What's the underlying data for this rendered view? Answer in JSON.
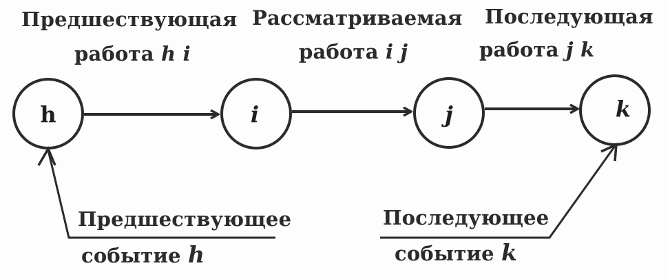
{
  "header_labels": {
    "prev_work": {
      "line1": "Предшествующая",
      "line2_prefix": "работа",
      "line2_var": "h i"
    },
    "curr_work": {
      "line1": "Рассматриваемая",
      "line2_prefix": "работа",
      "line2_var": "i j"
    },
    "next_work": {
      "line1": "Последующая",
      "line2_prefix": "работа",
      "line2_var": "j k"
    }
  },
  "nodes": [
    {
      "id": "h",
      "label": "h",
      "italic": false
    },
    {
      "id": "i",
      "label": "i",
      "italic": true
    },
    {
      "id": "j",
      "label": "j",
      "italic": true
    },
    {
      "id": "k",
      "label": "k",
      "italic": true
    }
  ],
  "edges": [
    {
      "from": "h",
      "to": "i"
    },
    {
      "from": "i",
      "to": "j"
    },
    {
      "from": "j",
      "to": "k"
    }
  ],
  "bottom_labels": {
    "prev_event": {
      "line1": "Предшествующее",
      "line2_prefix": "событие",
      "line2_var": "h"
    },
    "next_event": {
      "line1": "Последующее",
      "line2_prefix": "событие",
      "line2_var": "k"
    }
  },
  "colors": {
    "ink": "#2b2b2b",
    "background": "#fdfdfd"
  }
}
